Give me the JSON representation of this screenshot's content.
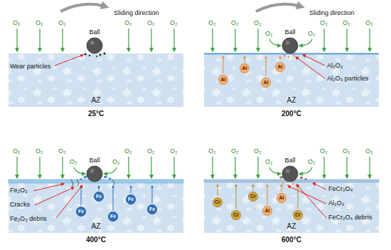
{
  "diagram": {
    "nodes": [
      {
        "text": [
          "AZ"
        ]
      },
      {
        "text": [
          "Ball"
        ]
      },
      {
        "text": [
          "AZ"
        ]
      },
      {
        "text": [
          "Ball"
        ]
      },
      {
        "text": [
          "Al"
        ],
        "in": 2
      },
      {
        "text": [
          "Al"
        ],
        "in": 2
      },
      {
        "text": [
          "Al"
        ],
        "in": 2
      },
      {
        "text": [
          "Al"
        ],
        "in": 2
      },
      {
        "text": [
          "AZ"
        ]
      },
      {
        "text": [
          "Ball"
        ]
      },
      {
        "text": [
          "Fe"
        ],
        "in": 8
      },
      {
        "text": [
          "Fe"
        ],
        "in": 8
      },
      {
        "text": [
          "Fe"
        ],
        "in": 8
      },
      {
        "text": [
          "Fe"
        ],
        "in": 8
      },
      {
        "text": [
          "Fe"
        ],
        "in": 8
      },
      {
        "text": [
          "AZ"
        ]
      },
      {
        "text": [
          "Ball"
        ]
      },
      {
        "text": [
          "Cr"
        ],
        "in": 15
      },
      {
        "text": [
          "Cr"
        ],
        "in": 15
      },
      {
        "text": [
          "Cr"
        ],
        "in": 15
      },
      {
        "text": [
          "Cr"
        ],
        "in": 15
      },
      {
        "text": [
          "Al"
        ],
        "in": 15
      },
      {
        "text": [
          "Al"
        ],
        "in": 15
      }
    ],
    "labels": [
      "Sliding direction",
      "O₂",
      "O₂",
      "O₂",
      "O₂",
      "O₂",
      "O₂",
      "Wear particles",
      "25°C",
      "Sliding direction",
      "O₂",
      "O₂",
      "O₂",
      "O₂",
      "O₂",
      "O₂",
      "O₂",
      "O₂",
      "Al₂O₃",
      "Al₂O₃ particles",
      "200°C",
      "O₂",
      "O₂",
      "O₂",
      "O₂",
      "O₂",
      "O₂",
      "O₂",
      "O₂",
      "Fe₂O₃",
      "Cracks",
      "Fe₂O₃ debris",
      "400°C",
      "O₂",
      "O₂",
      "O₂",
      "O₂",
      "O₂",
      "O₂",
      "O₂",
      "O₂",
      "FeCr₂O₄",
      "Al₂O₃",
      "FeCr₂O₄ debris",
      "600°C"
    ]
  }
}
